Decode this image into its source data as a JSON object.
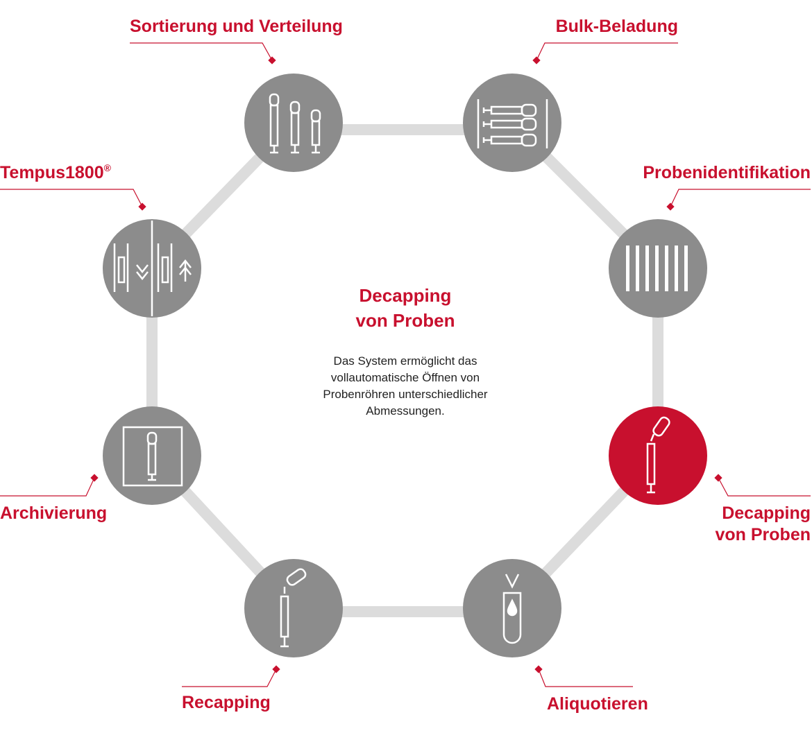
{
  "colors": {
    "accent": "#c8102e",
    "node": "#8c8c8c",
    "ring": "#dcdcdc",
    "icon": "#ffffff"
  },
  "center": {
    "title_line1": "Decapping",
    "title_line2": "von Proben",
    "text_lines": [
      "Das System ermöglicht das",
      "vollautomatische Öffnen von",
      "Probenröhren unterschiedlicher",
      "Abmessungen."
    ]
  },
  "nodes": [
    {
      "id": "sortierung",
      "label": "Sortierung und Verteilung",
      "icon": "sorting-tubes-icon",
      "active": false
    },
    {
      "id": "bulk",
      "label": "Bulk-Beladung",
      "icon": "bulk-loading-icon",
      "active": false
    },
    {
      "id": "probenidentifikation",
      "label": "Probenidentifikation",
      "icon": "barcode-icon",
      "active": false
    },
    {
      "id": "decapping",
      "label_line1": "Decapping",
      "label_line2": "von Proben",
      "icon": "decapping-icon",
      "active": true
    },
    {
      "id": "aliquotieren",
      "label": "Aliquotieren",
      "icon": "aliquot-icon",
      "active": false
    },
    {
      "id": "recapping",
      "label": "Recapping",
      "icon": "recapping-icon",
      "active": false
    },
    {
      "id": "archivierung",
      "label": "Archivierung",
      "icon": "archive-icon",
      "active": false
    },
    {
      "id": "tempus",
      "label": "Tempus1800",
      "label_sup": "®",
      "icon": "tempus-icon",
      "active": false
    }
  ]
}
